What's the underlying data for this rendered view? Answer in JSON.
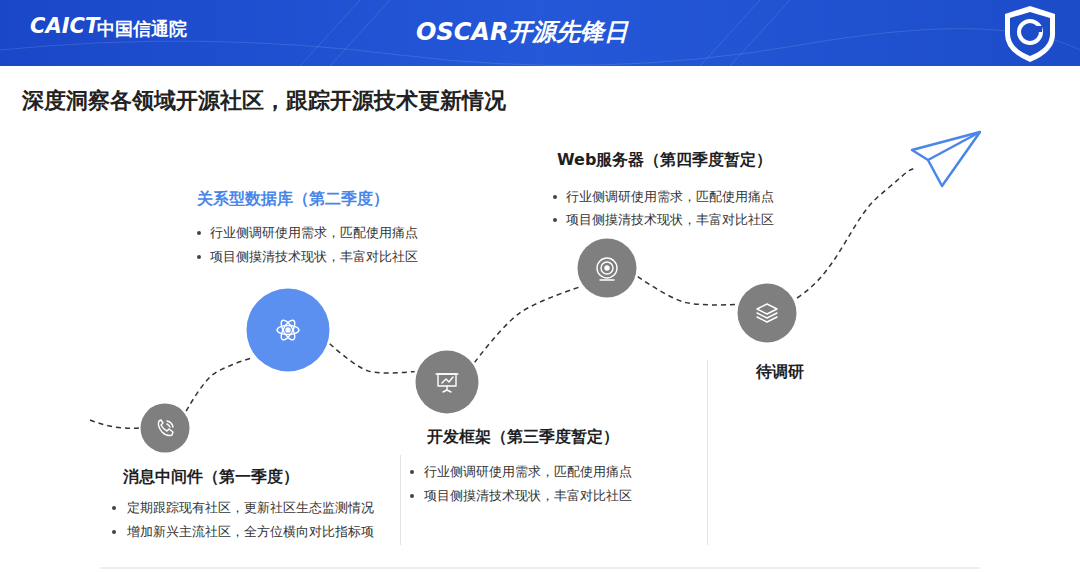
{
  "diagram": {
    "title": "深度洞察各领域开源社区，跟踪开源技术更新情况",
    "nodes": [
      {
        "text": [
          "消息中间件（第一季度）",
          "定期跟踪现有社区，更新社区生态监测情况",
          "增加新兴主流社区，全方位横向对比指标项"
        ]
      },
      {
        "text": [
          "关系型数据库（第二季度）",
          "行业侧调研使用需求，匹配使用痛点",
          "项目侧摸清技术现状，丰富对比社区"
        ]
      },
      {
        "text": [
          "开发框架（第三季度暂定）",
          "行业侧调研使用需求，匹配使用痛点",
          "项目侧摸清技术现状，丰富对比社区"
        ]
      },
      {
        "text": [
          "Web服务器（第四季度暂定）",
          "行业侧调研使用需求，匹配使用痛点",
          "项目侧摸清技术现状，丰富对比社区"
        ]
      },
      {
        "text": [
          "待调研"
        ]
      }
    ],
    "edges": [
      {
        "from": 0,
        "to": 1,
        "arrow": "none"
      },
      {
        "from": 1,
        "to": 2,
        "arrow": "none"
      },
      {
        "from": 2,
        "to": 3,
        "arrow": "none"
      },
      {
        "from": 3,
        "to": 4,
        "arrow": "none"
      }
    ],
    "labels": [
      "CAICT",
      "中国信通院",
      "OSCAR开源先锋日"
    ]
  }
}
